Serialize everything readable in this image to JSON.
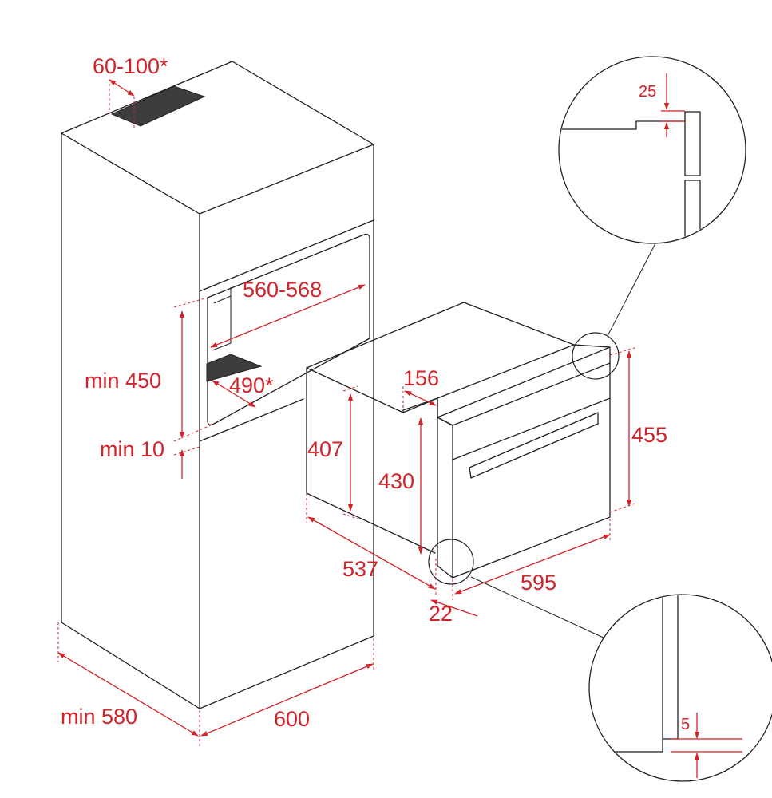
{
  "dimensions": {
    "top_vent_gap": "60-100*",
    "niche_width": "560-568",
    "min_height": "min 450",
    "vent_depth": "490*",
    "min_gap_below": "min 10",
    "cabinet_depth": "min 580",
    "cabinet_width": "600",
    "oven_body_height": "407",
    "oven_depth": "537",
    "oven_top_offset": "156",
    "oven_body_height_front": "430",
    "oven_front_height": "455",
    "oven_width": "595",
    "front_thickness": "22",
    "detail_top_gap": "25",
    "detail_bottom_gap": "5"
  }
}
